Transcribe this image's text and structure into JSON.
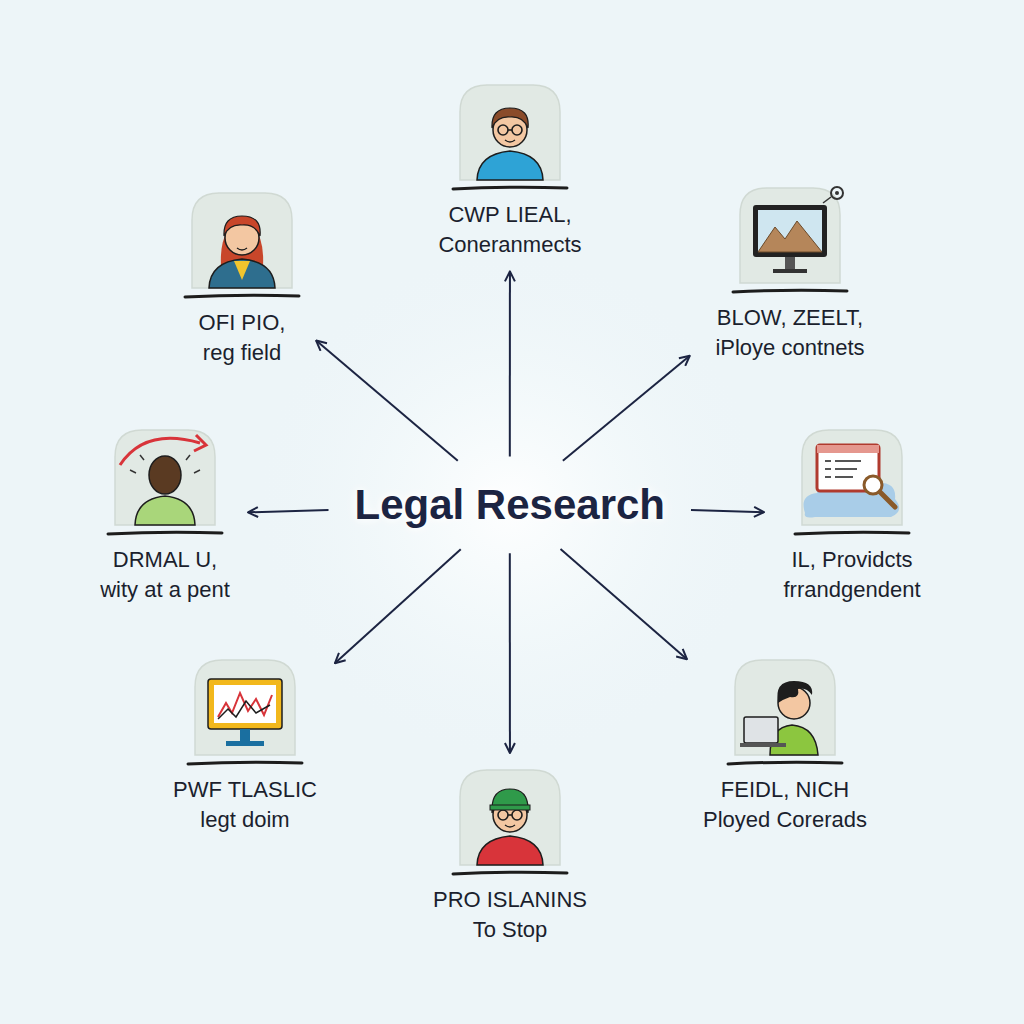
{
  "diagram": {
    "nodes": [
      {
        "text": [
          "Legal Research"
        ]
      },
      {
        "text": [
          "CWP LIEAL, Coneranmects"
        ]
      },
      {
        "text": [
          "OFI PIO, reg field"
        ]
      },
      {
        "text": [
          "BLOW, ZEELT, iPloye contnets"
        ]
      },
      {
        "text": [
          "DRMAL U, wity at a pent"
        ]
      },
      {
        "text": [
          "IL, Providcts frrandgendent"
        ]
      },
      {
        "text": [
          "PWF TLASLIC legt doim"
        ]
      },
      {
        "text": [
          "FEIDL, NICH Ployed Corerads"
        ]
      },
      {
        "text": [
          "PRO ISLANINS To Stop"
        ]
      }
    ],
    "edges": [
      {
        "from": 0,
        "to": 1,
        "arrow": "to"
      },
      {
        "from": 0,
        "to": 2,
        "arrow": "to"
      },
      {
        "from": 0,
        "to": 3,
        "arrow": "to"
      },
      {
        "from": 0,
        "to": 4,
        "arrow": "to"
      },
      {
        "from": 0,
        "to": 5,
        "arrow": "to"
      },
      {
        "from": 0,
        "to": 6,
        "arrow": "to"
      },
      {
        "from": 0,
        "to": 7,
        "arrow": "to"
      },
      {
        "from": 0,
        "to": 8,
        "arrow": "to"
      }
    ]
  }
}
